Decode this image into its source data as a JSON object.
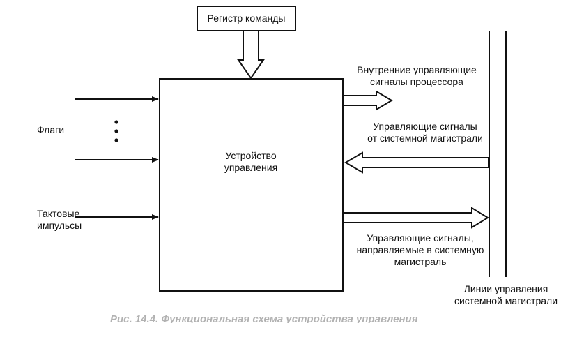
{
  "diagram": {
    "control_unit": [
      "Устройство",
      "управления"
    ],
    "command_register": "Регистр команды",
    "flags": "Флаги",
    "clock_pulses": [
      "Тактовые",
      "импульсы"
    ],
    "internal_signals": [
      "Внутренние управляющие",
      "сигналы процессора"
    ],
    "bus_signals_in": [
      "Управляющие сигналы",
      "от системной магистрали"
    ],
    "bus_signals_out": [
      "Управляющие сигналы,",
      "направляемые в системную",
      "магистраль"
    ],
    "bus_lines": [
      "Линии управления",
      "системной магистрали"
    ],
    "caption": "Рис. 14.4. Функциональная схема устройства управления"
  }
}
